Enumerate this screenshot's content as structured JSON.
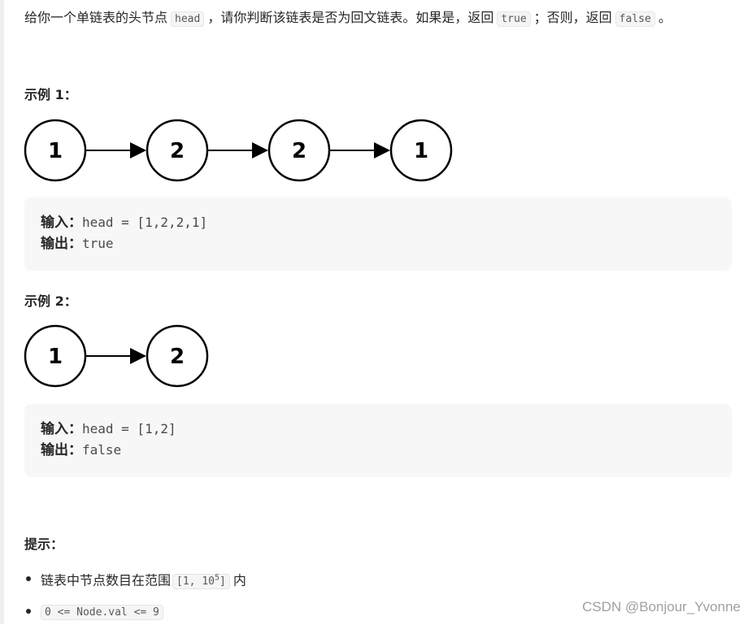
{
  "intro": {
    "text1": "给你一个单链表的头节点",
    "code_head": "head",
    "text2": "，请你判断该链表是否为回文链表。如果是，返回",
    "code_true": "true",
    "text3": "；否则，返回",
    "code_false": "false",
    "text4": "。"
  },
  "example1": {
    "title": "示例 1：",
    "nodes": [
      "1",
      "2",
      "2",
      "1"
    ],
    "input_label": "输入：",
    "input_value": "head = [1,2,2,1]",
    "output_label": "输出：",
    "output_value": "true"
  },
  "example2": {
    "title": "示例 2：",
    "nodes": [
      "1",
      "2"
    ],
    "input_label": "输入：",
    "input_value": "head = [1,2]",
    "output_label": "输出：",
    "output_value": "false"
  },
  "hints": {
    "title": "提示：",
    "item1_text": "链表中节点数目在范围",
    "item1_code_prefix": "[1, 10",
    "item1_code_exp": "5",
    "item1_code_suffix": "]",
    "item1_after": "内",
    "item2_code": "0 <= Node.val <= 9"
  },
  "watermark": "CSDN @Bonjour_Yvonne"
}
